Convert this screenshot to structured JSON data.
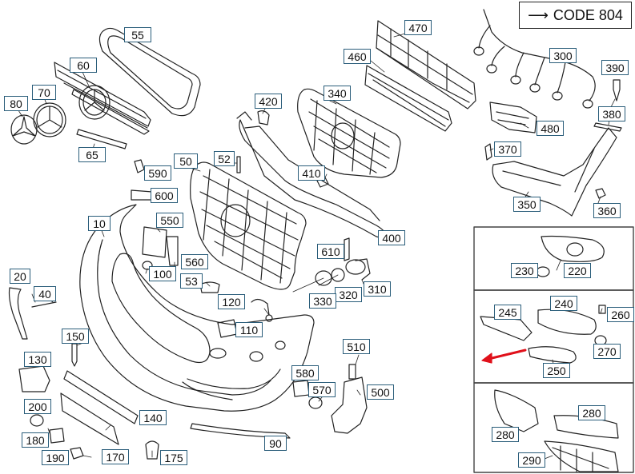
{
  "code_box": {
    "arrow": "⟶",
    "text": "CODE 804"
  },
  "labels": {
    "l10": "10",
    "l20": "20",
    "l40": "40",
    "l50": "50",
    "l52": "52",
    "l53": "53",
    "l55": "55",
    "l60": "60",
    "l65": "65",
    "l70": "70",
    "l80": "80",
    "l90": "90",
    "l100": "100",
    "l110": "110",
    "l120": "120",
    "l130": "130",
    "l140": "140",
    "l150": "150",
    "l170": "170",
    "l175": "175",
    "l180": "180",
    "l190": "190",
    "l200": "200",
    "l220": "220",
    "l230": "230",
    "l240": "240",
    "l245": "245",
    "l250": "250",
    "l260": "260",
    "l270": "270",
    "l280a": "280",
    "l280b": "280",
    "l290": "290",
    "l300": "300",
    "l310": "310",
    "l320": "320",
    "l330": "330",
    "l340": "340",
    "l350": "350",
    "l360": "360",
    "l370": "370",
    "l380": "380",
    "l390": "390",
    "l400": "400",
    "l410": "410",
    "l420": "420",
    "l460": "460",
    "l470": "470",
    "l480": "480",
    "l500": "500",
    "l510": "510",
    "l550": "550",
    "l560": "560",
    "l570": "570",
    "l580": "580",
    "l590": "590",
    "l600": "600",
    "l610": "610"
  },
  "colors": {
    "label_border": "#2a5d7a",
    "line": "#222222",
    "pointer_arrow": "#e0101a"
  }
}
